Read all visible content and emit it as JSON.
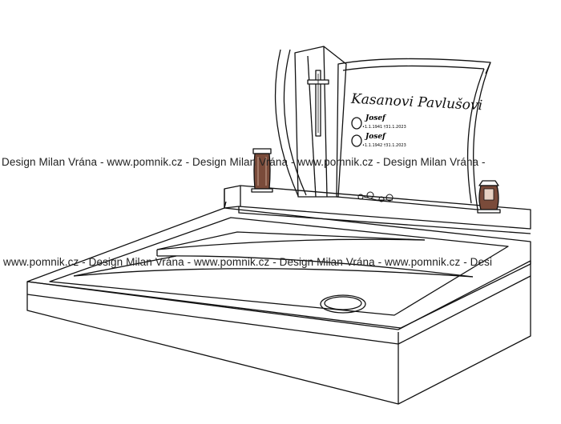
{
  "watermarks": {
    "row1": "Design Milan Vrána  -  www.pomnik.cz  -  Design Milan Vrána  -  www.pomnik.cz  -  Design Milan Vrána  -",
    "row2": "www.pomnik.cz  -  Design Milan Vrána  -  www.pomnik.cz  -  Design Milan Vrána  -  www.pomnik.cz  -  Desi"
  },
  "inscription": {
    "family": "Kasanovi Pavlušovi",
    "person1_name": "Josef",
    "person1_dates": "•1.1.1941  †31.1.2023",
    "person2_name": "Josef",
    "person2_dates": "•1.1.1942  †31.1.2023"
  },
  "colors": {
    "line": "#111111",
    "lantern": "#7a4b3a",
    "background": "#ffffff"
  }
}
